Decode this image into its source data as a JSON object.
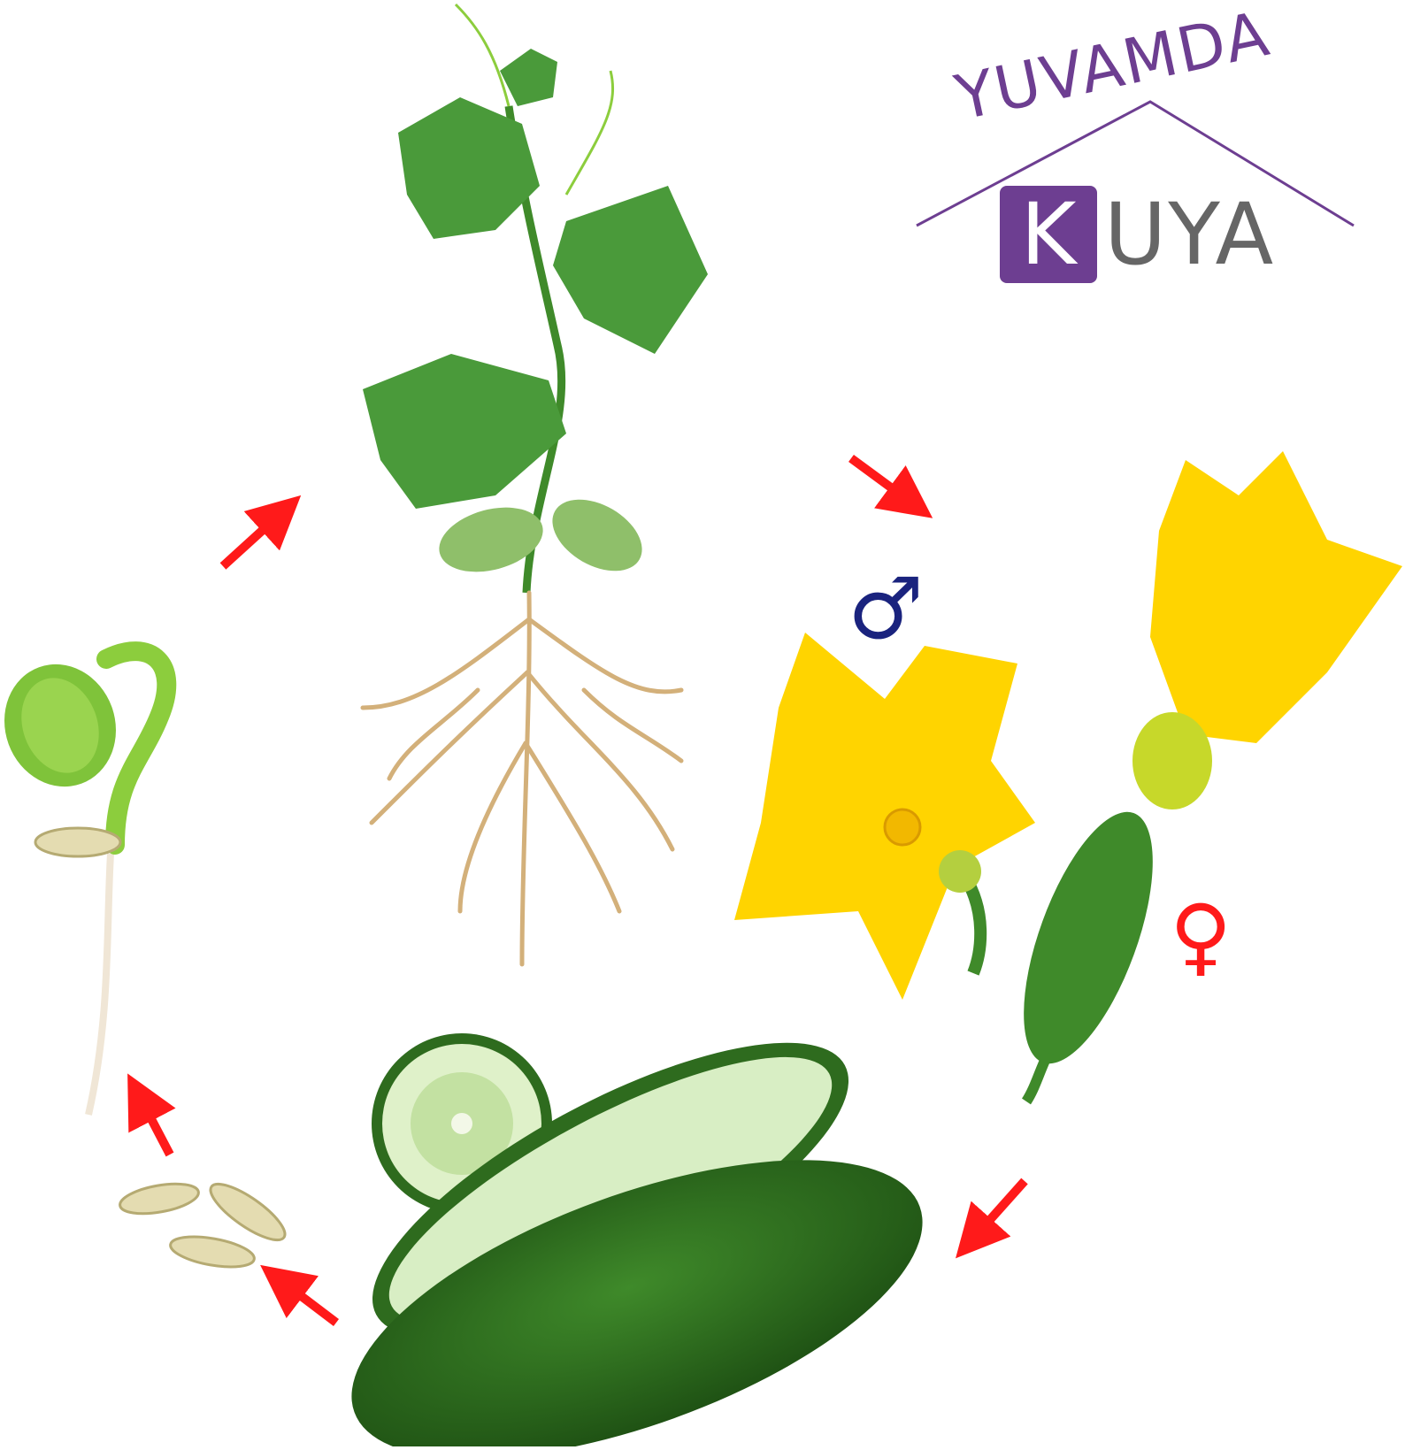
{
  "logo": {
    "top_text": "YUVAMDA",
    "initial": "K",
    "rest": "UYA",
    "brand_color": "#6d3e91",
    "rest_color": "#666666"
  },
  "symbols": {
    "male": "♂",
    "female": "♀",
    "male_color": "#1a237e",
    "female_color": "#ff1a1a"
  },
  "colors": {
    "arrow": "#ff1a1a",
    "leaf": "#4a9a3a",
    "root": "#d3b07a",
    "flower": "#ffd400",
    "cucumber": "#2e6b1e"
  },
  "stages": [
    "seed",
    "sprout",
    "plant",
    "male-flower",
    "female-flower",
    "cucumber",
    "seeds"
  ]
}
